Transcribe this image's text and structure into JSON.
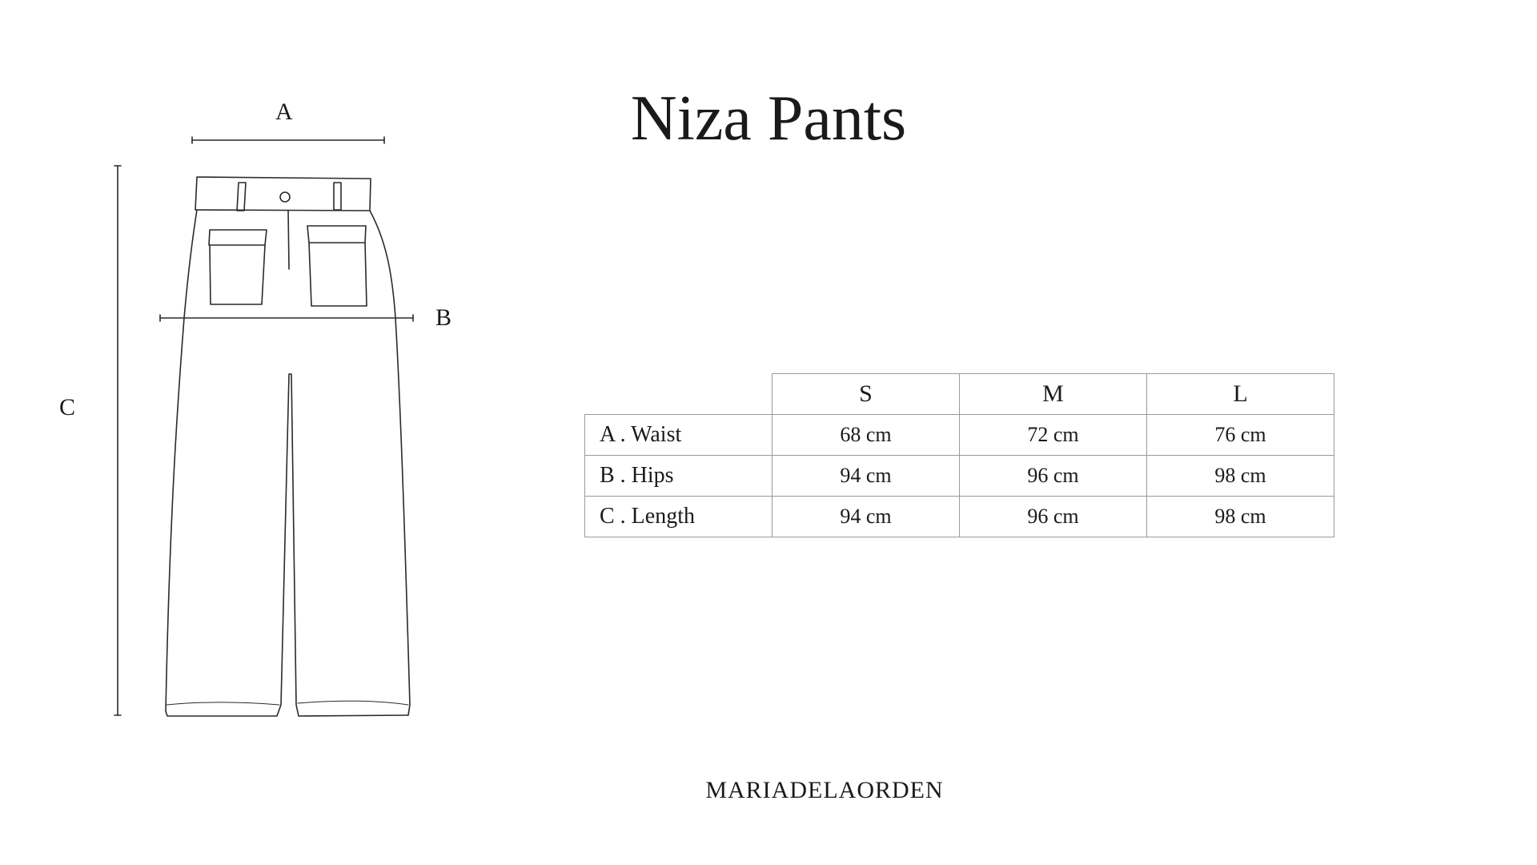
{
  "title": "Niza Pants",
  "diagram": {
    "labels": {
      "a": "A",
      "b": "B",
      "c": "C"
    }
  },
  "table": {
    "headers": [
      "S",
      "M",
      "L"
    ],
    "rows": [
      {
        "label": "A . Waist",
        "values": [
          "68 cm",
          "72 cm",
          "76 cm"
        ]
      },
      {
        "label": "B . Hips",
        "values": [
          "94 cm",
          "96 cm",
          "98 cm"
        ]
      },
      {
        "label": "C . Length",
        "values": [
          "94 cm",
          "96 cm",
          "98  cm"
        ]
      }
    ]
  },
  "brand": "MARIADELAORDEN",
  "colors": {
    "text": "#1a1a1a",
    "table_border": "#9a9a9a",
    "background": "#ffffff"
  }
}
